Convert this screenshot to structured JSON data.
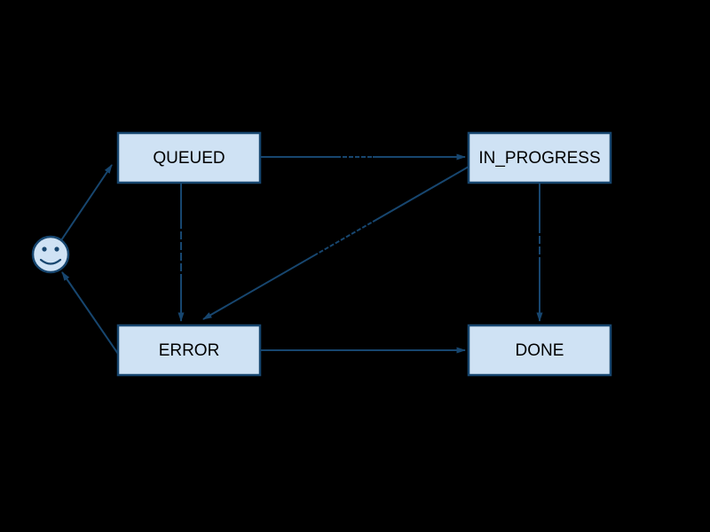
{
  "diagram": {
    "type": "state-diagram",
    "background_color": "#000000",
    "node_fill_color": "#cfe2f4",
    "node_border_color": "#17466f",
    "edge_color": "#17466f",
    "node_text_color": "#000000",
    "nodes": [
      {
        "id": "user",
        "type": "smiley-actor",
        "label": ""
      },
      {
        "id": "queued",
        "type": "state",
        "label": "QUEUED"
      },
      {
        "id": "in_progress",
        "type": "state",
        "label": "IN_PROGRESS"
      },
      {
        "id": "error",
        "type": "state",
        "label": "ERROR"
      },
      {
        "id": "done",
        "type": "state",
        "label": "DONE"
      }
    ],
    "edges": [
      {
        "from": "user",
        "to": "queued",
        "label_marks_visible": false
      },
      {
        "from": "queued",
        "to": "in_progress",
        "label_marks_visible": true
      },
      {
        "from": "queued",
        "to": "error",
        "label_marks_visible": true
      },
      {
        "from": "in_progress",
        "to": "error",
        "label_marks_visible": true
      },
      {
        "from": "in_progress",
        "to": "done",
        "label_marks_visible": true
      },
      {
        "from": "error",
        "to": "done",
        "label_marks_visible": false
      },
      {
        "from": "error",
        "to": "user",
        "label_marks_visible": false
      }
    ]
  }
}
